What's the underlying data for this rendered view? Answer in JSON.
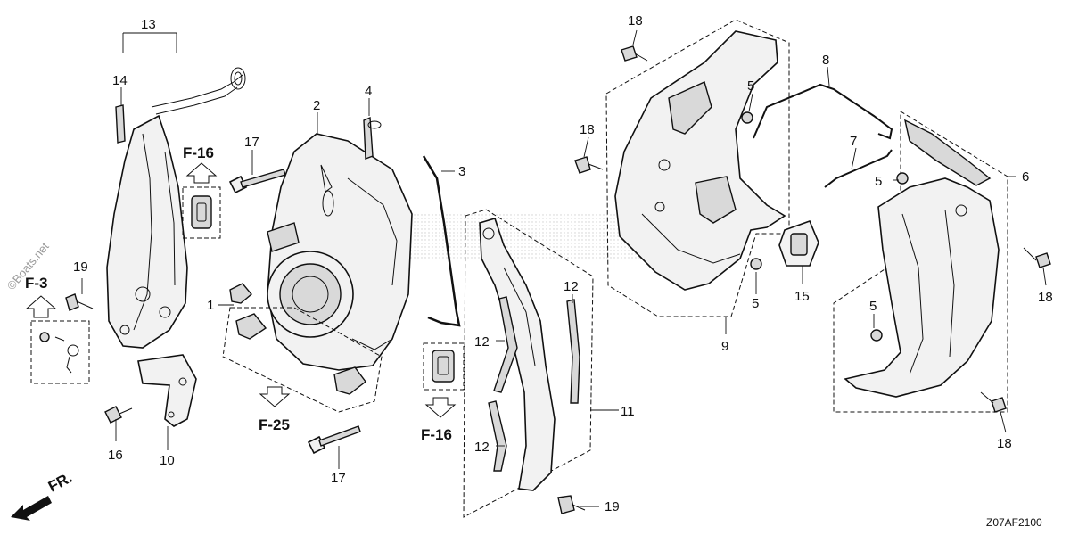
{
  "diagram_code": "Z07AF2100",
  "watermark": "©Boats.net",
  "direction_label": "FR.",
  "reference_labels": {
    "f16_top": "F-16",
    "f3": "F-3",
    "f25": "F-25",
    "f16_bottom": "F-16"
  },
  "part_callouts": {
    "p1": "1",
    "p2": "2",
    "p3": "3",
    "p4": "4",
    "p5a": "5",
    "p5b": "5",
    "p5c": "5",
    "p5d": "5",
    "p6": "6",
    "p7": "7",
    "p8": "8",
    "p9": "9",
    "p10": "10",
    "p11": "11",
    "p12a": "12",
    "p12b": "12",
    "p12c": "12",
    "p13": "13",
    "p14": "14",
    "p15": "15",
    "p16": "16",
    "p17a": "17",
    "p17b": "17",
    "p18a": "18",
    "p18b": "18",
    "p18c": "18",
    "p18d": "18",
    "p19a": "19",
    "p19b": "19"
  },
  "colors": {
    "line": "#111111",
    "fill": "#f2f2f2",
    "shade": "#d9d9d9",
    "watermark": "#9a9a9a"
  }
}
